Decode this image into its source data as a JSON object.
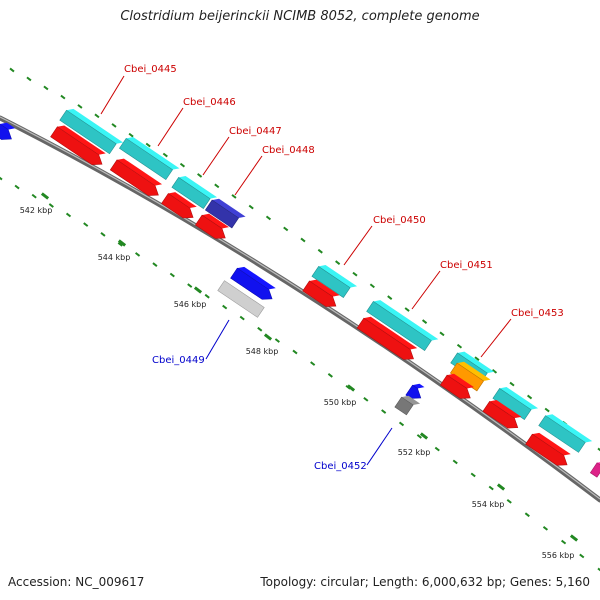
{
  "title": "Clostridium beijerinckii NCIMB 8052, complete genome",
  "footer": {
    "accession": "Accession: NC_009617",
    "topology": "Topology: circular; Length: 6,000,632 bp; Genes: 5,160"
  },
  "colors": {
    "cds": "#2ec4c4",
    "gene": "#ee1111",
    "highlight": "#3333aa",
    "reverse": "#1111ee",
    "misc": "#cfcfcf",
    "orange": "#ff9900",
    "grey": "#777777",
    "label_plus": "#cc0000",
    "label_minus": "#0000cc",
    "tick": "#228822"
  },
  "ticks": [
    {
      "label": "542 kbp"
    },
    {
      "label": "544 kbp"
    },
    {
      "label": "546 kbp"
    },
    {
      "label": "548 kbp"
    },
    {
      "label": "550 kbp"
    },
    {
      "label": "552 kbp"
    },
    {
      "label": "554 kbp"
    },
    {
      "label": "556 kbp"
    }
  ],
  "gene_labels": [
    {
      "name": "Cbei_0445",
      "strand": "+"
    },
    {
      "name": "Cbei_0446",
      "strand": "+"
    },
    {
      "name": "Cbei_0447",
      "strand": "+"
    },
    {
      "name": "Cbei_0448",
      "strand": "+"
    },
    {
      "name": "Cbei_0449",
      "strand": "-"
    },
    {
      "name": "Cbei_0450",
      "strand": "+"
    },
    {
      "name": "Cbei_0451",
      "strand": "+"
    },
    {
      "name": "Cbei_0452",
      "strand": "-"
    },
    {
      "name": "Cbei_0453",
      "strand": "+"
    }
  ]
}
